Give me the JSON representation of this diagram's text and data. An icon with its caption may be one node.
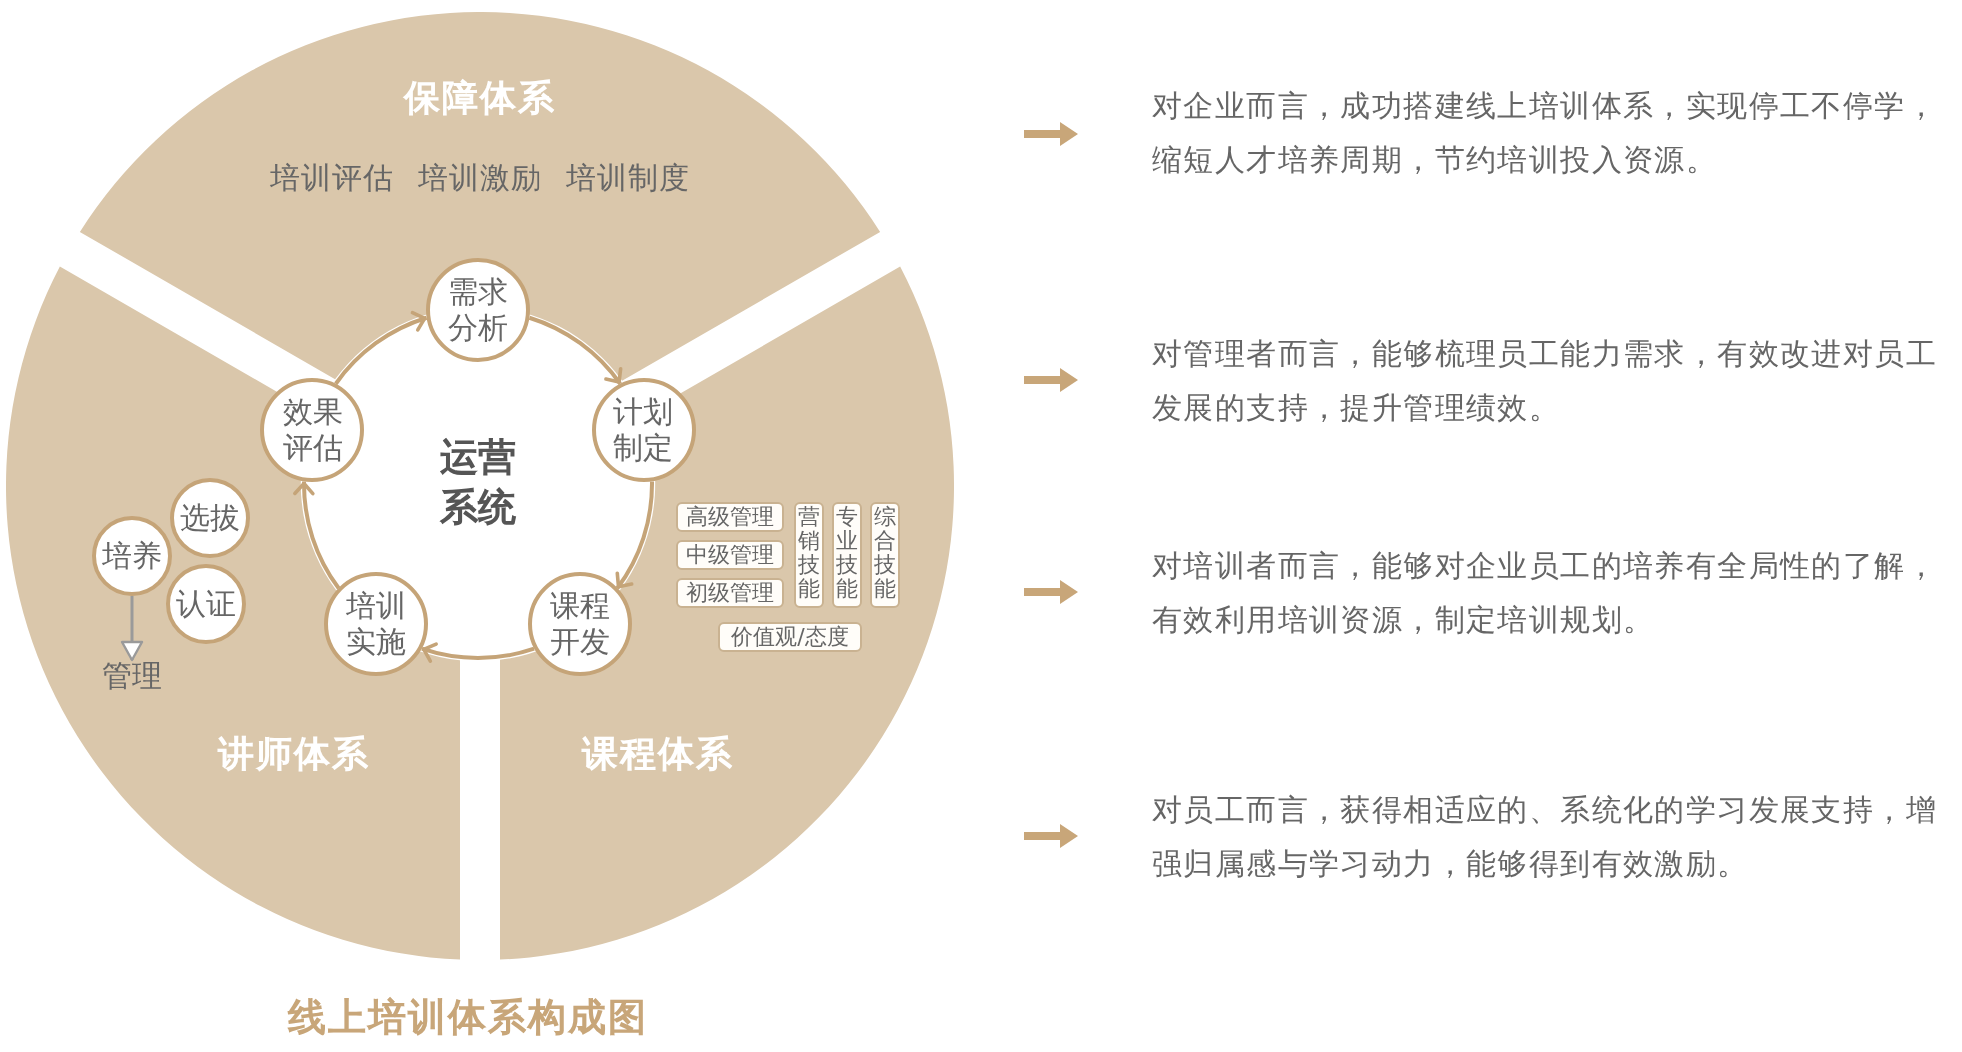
{
  "diagram": {
    "caption": "线上培训体系构成图",
    "nodes": [
      {
        "text": [
          "保障体系",
          "培训评估",
          "培训激励",
          "培训制度"
        ]
      },
      {
        "text": [
          "讲师体系"
        ]
      },
      {
        "text": [
          "培养"
        ],
        "in": 1
      },
      {
        "text": [
          "选拔"
        ],
        "in": 1
      },
      {
        "text": [
          "认证"
        ],
        "in": 1
      },
      {
        "text": [
          "管理"
        ],
        "in": 1
      },
      {
        "text": [
          "课程体系"
        ]
      },
      {
        "text": [
          "高级管理"
        ],
        "in": 6
      },
      {
        "text": [
          "中级管理"
        ],
        "in": 6
      },
      {
        "text": [
          "初级管理"
        ],
        "in": 6
      },
      {
        "text": [
          "营销技能"
        ],
        "in": 6
      },
      {
        "text": [
          "专业技能"
        ],
        "in": 6
      },
      {
        "text": [
          "综合技能"
        ],
        "in": 6
      },
      {
        "text": [
          "价值观/态度"
        ],
        "in": 6
      },
      {
        "text": [
          "运营系统"
        ]
      },
      {
        "text": [
          "需求分析"
        ]
      },
      {
        "text": [
          "计划制定"
        ]
      },
      {
        "text": [
          "课程开发"
        ]
      },
      {
        "text": [
          "培训实施"
        ]
      },
      {
        "text": [
          "效果评估"
        ]
      }
    ],
    "edges": [
      {
        "from": 15,
        "to": 16,
        "arrow": "to"
      },
      {
        "from": 16,
        "to": 17,
        "arrow": "to"
      },
      {
        "from": 17,
        "to": 18,
        "arrow": "to"
      },
      {
        "from": 18,
        "to": 19,
        "arrow": "to"
      },
      {
        "from": 19,
        "to": 15,
        "arrow": "to"
      },
      {
        "from": 2,
        "to": 5,
        "arrow": "to"
      }
    ],
    "labels": [
      "对企业而言，成功搭建线上培训体系，实现停工不停学，缩短人才培养周期，节约培训投入资源。",
      "对管理者而言，能够梳理员工能力需求，有效改进对员工发展的支持，提升管理绩效。",
      "对培训者而言，能够对企业员工的培养有全局性的了解，有效利用培训资源，制定培训规划。",
      "对员工而言，获得相适应的、系统化的学习发展支持，增强归属感与学习动力，能够得到有效激励。"
    ]
  }
}
